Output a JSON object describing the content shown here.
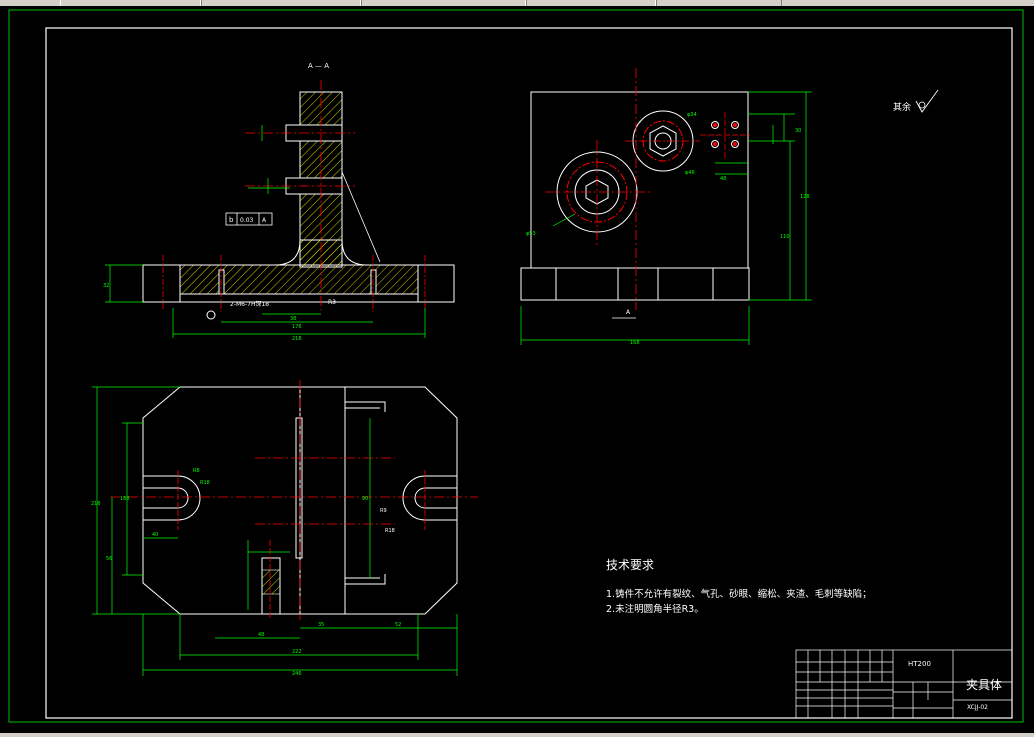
{
  "drawing": {
    "section_label": "A — A",
    "datum_label": "A",
    "datum_box": "b",
    "tolerance_value": "0.03",
    "tolerance_datum": "A",
    "thread_note": "2-M6-7H深18",
    "radius_r3": "R3",
    "dims_front": [
      "38",
      "176",
      "218",
      "32"
    ],
    "dims_top": [
      "φ34",
      "φ46",
      "φ53",
      "30",
      "110",
      "128",
      "168",
      "48"
    ],
    "dims_plan": [
      "R8",
      "R18",
      "R9",
      "R18",
      "216",
      "188",
      "90",
      "56",
      "40",
      "35",
      "52",
      "222",
      "246",
      "48"
    ],
    "roughness_label": "其余"
  },
  "tech_requirements": {
    "title": "技术要求",
    "lines": [
      "1.铸件不允许有裂纹、气孔、砂眼、缩松、夹渣、毛刺等缺陷；",
      "2.未注明圆角半径R3。"
    ]
  },
  "title_block": {
    "material": "HT200",
    "part_name": "夹具体",
    "drawing_no": "XCJJ-02"
  },
  "colors": {
    "border": "#00c000",
    "outline": "#ffffff",
    "dimension": "#00ff00",
    "centerline": "#ff0000",
    "hatch": "#ffff00",
    "cyan": "#00ffff"
  }
}
